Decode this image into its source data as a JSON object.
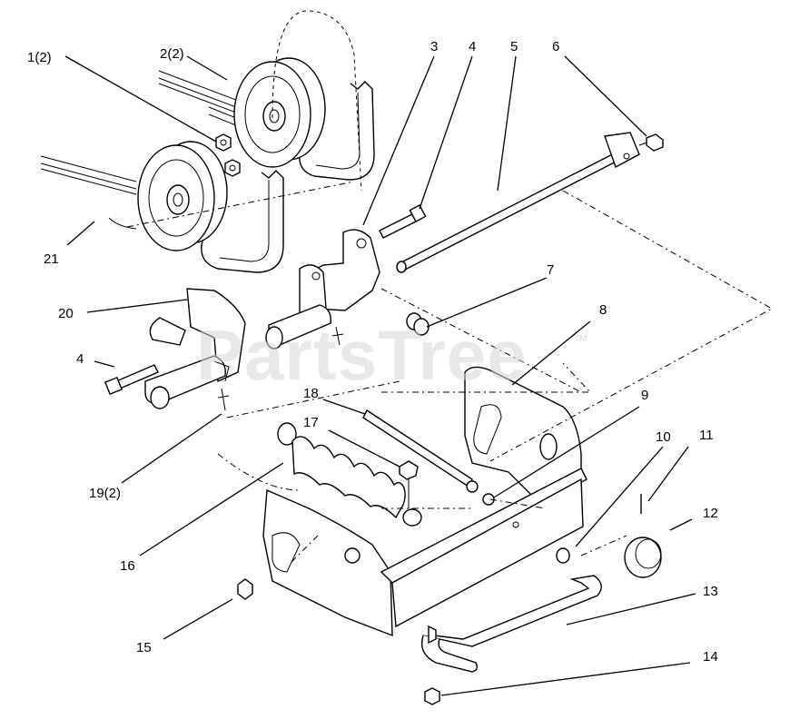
{
  "watermark": {
    "text": "PartsTree",
    "trademark": "TM"
  },
  "callouts": [
    {
      "id": "c1",
      "text": "1(2)"
    },
    {
      "id": "c2",
      "text": "2(2)"
    },
    {
      "id": "c3",
      "text": "3"
    },
    {
      "id": "c4a",
      "text": "4"
    },
    {
      "id": "c5",
      "text": "5"
    },
    {
      "id": "c6",
      "text": "6"
    },
    {
      "id": "c7",
      "text": "7"
    },
    {
      "id": "c8",
      "text": "8"
    },
    {
      "id": "c9",
      "text": "9"
    },
    {
      "id": "c10",
      "text": "10"
    },
    {
      "id": "c11",
      "text": "11"
    },
    {
      "id": "c12",
      "text": "12"
    },
    {
      "id": "c13",
      "text": "13"
    },
    {
      "id": "c14",
      "text": "14"
    },
    {
      "id": "c15",
      "text": "15"
    },
    {
      "id": "c16",
      "text": "16"
    },
    {
      "id": "c17",
      "text": "17"
    },
    {
      "id": "c18",
      "text": "18"
    },
    {
      "id": "c4b",
      "text": "4"
    },
    {
      "id": "c19",
      "text": "19(2)"
    },
    {
      "id": "c20",
      "text": "20"
    },
    {
      "id": "c21",
      "text": "21"
    }
  ]
}
